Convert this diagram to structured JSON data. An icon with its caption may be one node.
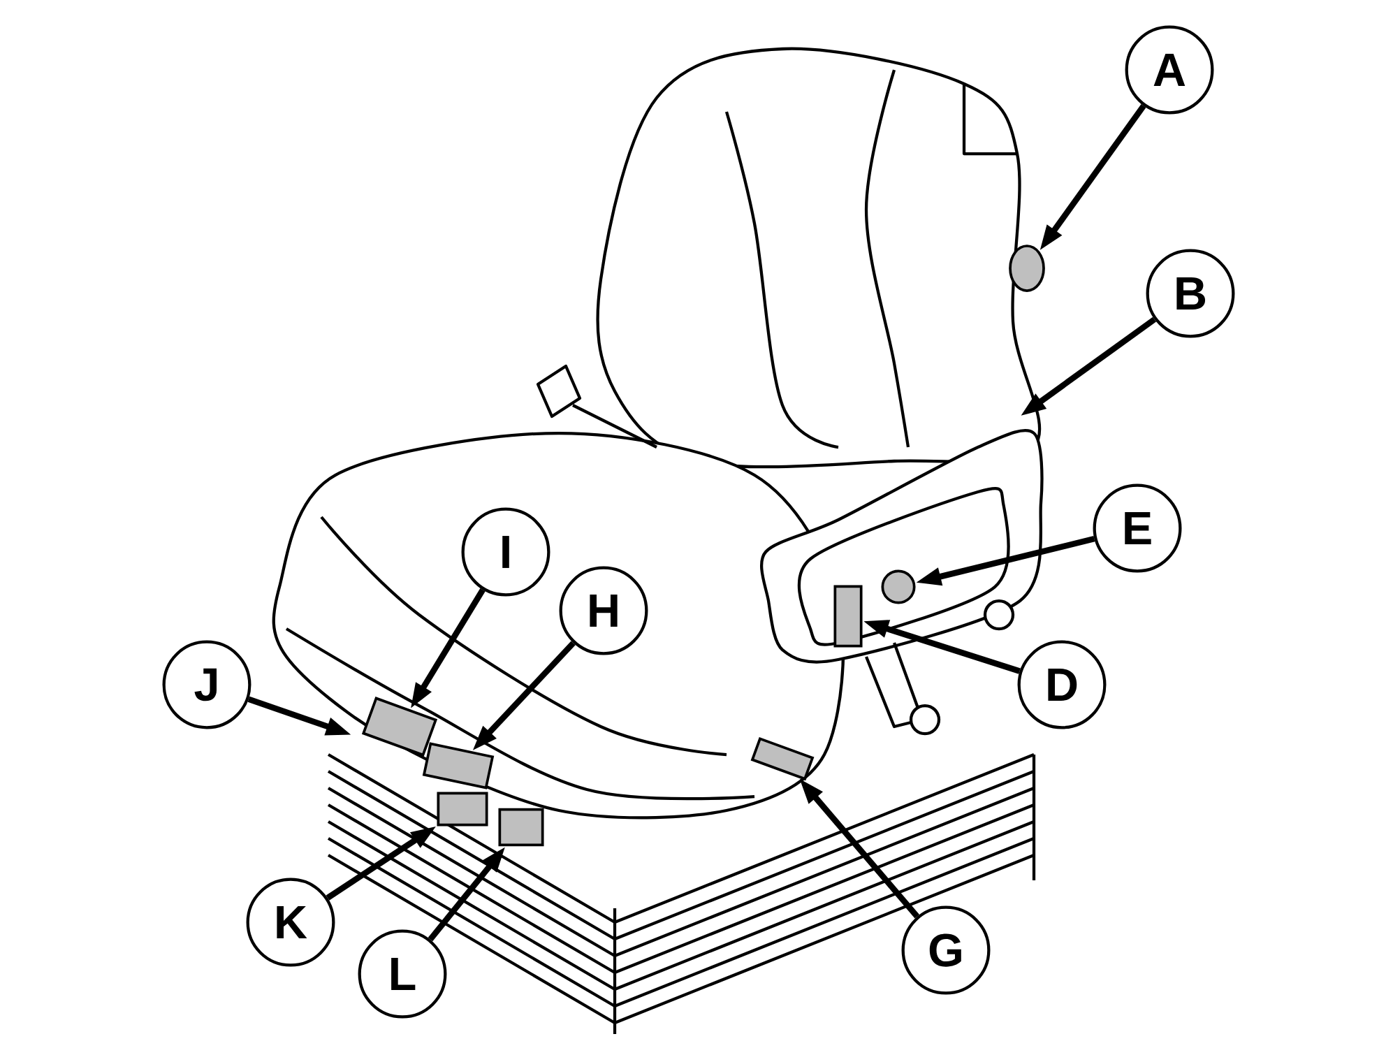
{
  "diagram": {
    "nodes": [
      {
        "text": [
          "A"
        ]
      },
      {
        "text": [
          "B"
        ]
      },
      {
        "text": [
          "E"
        ]
      },
      {
        "text": [
          "I"
        ]
      },
      {
        "text": [
          "H"
        ]
      },
      {
        "text": [
          "J"
        ]
      },
      {
        "text": [
          "D"
        ]
      },
      {
        "text": [
          "K"
        ]
      },
      {
        "text": [
          "G"
        ]
      },
      {
        "text": [
          "L"
        ]
      },
      {
        "text": [],
        "shape": "circle"
      },
      {
        "text": [],
        "shape": "circle"
      },
      {
        "text": [],
        "shape": "box"
      },
      {
        "text": [],
        "shape": "box"
      },
      {
        "text": [],
        "shape": "box"
      },
      {
        "text": [],
        "shape": "box"
      },
      {
        "text": [],
        "shape": "box"
      },
      {
        "text": [],
        "shape": "box"
      }
    ],
    "edges": [
      {
        "from": 0,
        "to": 10,
        "arrow": "to"
      },
      {
        "from": 1,
        "to": null,
        "arrow": "to"
      },
      {
        "from": 2,
        "to": 11,
        "arrow": "to"
      },
      {
        "from": 3,
        "to": 13,
        "arrow": "to"
      },
      {
        "from": 4,
        "to": 14,
        "arrow": "to"
      },
      {
        "from": 5,
        "to": null,
        "arrow": "to"
      },
      {
        "from": 6,
        "to": 12,
        "arrow": "to"
      },
      {
        "from": 7,
        "to": 16,
        "arrow": "to"
      },
      {
        "from": 8,
        "to": 15,
        "arrow": "to"
      },
      {
        "from": 9,
        "to": 17,
        "arrow": "to"
      }
    ]
  }
}
